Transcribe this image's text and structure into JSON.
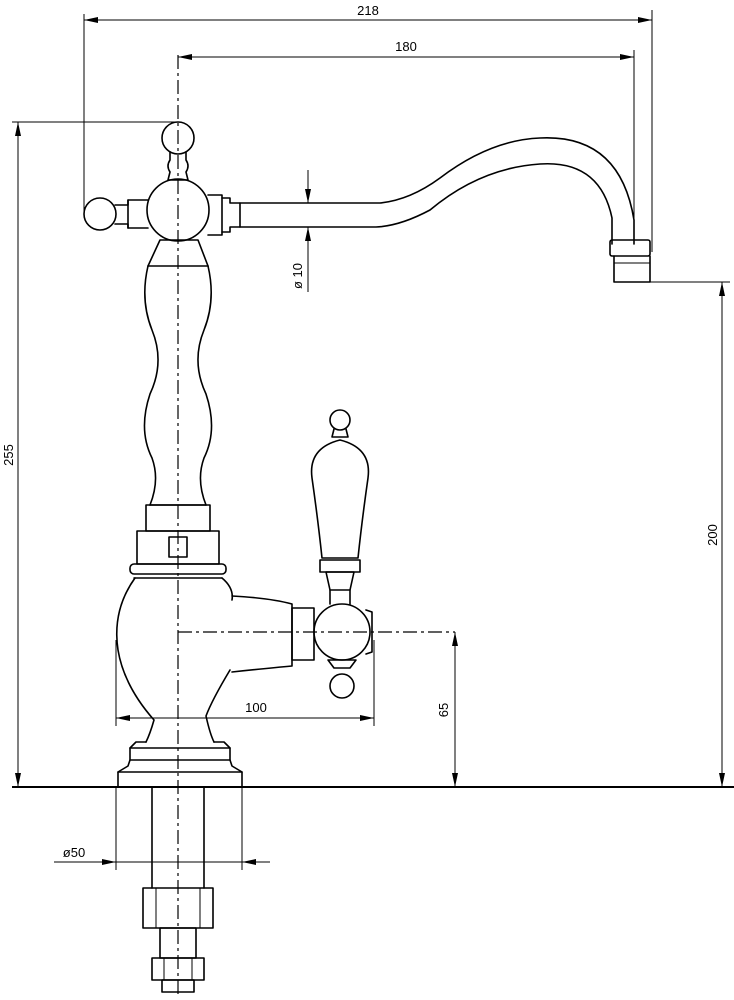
{
  "dimensions": {
    "total_spout_reach": "218",
    "spout_reach": "180",
    "total_height": "255",
    "spout_height": "200",
    "pipe_diameter": "ø 10",
    "lever_reach": "100",
    "lever_height": "65",
    "base_diameter": "ø50"
  }
}
